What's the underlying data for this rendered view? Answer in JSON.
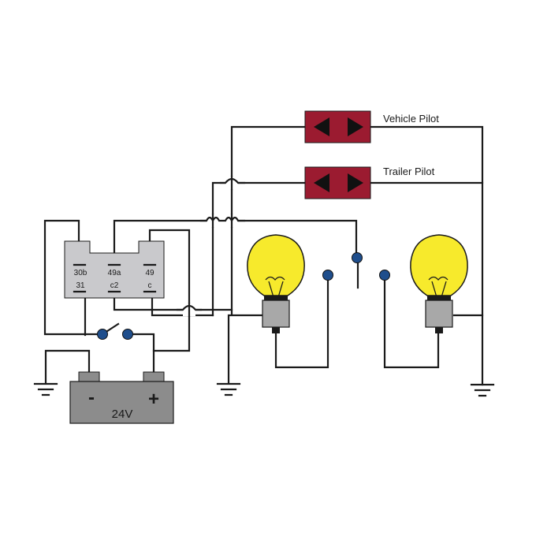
{
  "pilots": {
    "vehicle_label": "Vehicle Pilot",
    "trailer_label": "Trailer Pilot"
  },
  "relay": {
    "top_pins": [
      "30b",
      "49a",
      "49"
    ],
    "bottom_pins": [
      "31",
      "c2",
      "c"
    ]
  },
  "battery": {
    "voltage": "24V",
    "negative": "-",
    "positive": "+"
  },
  "colors": {
    "pilot_fill": "#9b1b30",
    "relay_fill": "#c9c9cc",
    "battery_fill": "#8c8c8c",
    "bulb_glass": "#f7ea2c",
    "bulb_base": "#a8a8a8",
    "switch_contact": "#1f4e8c",
    "wire": "#1a1a1a"
  }
}
